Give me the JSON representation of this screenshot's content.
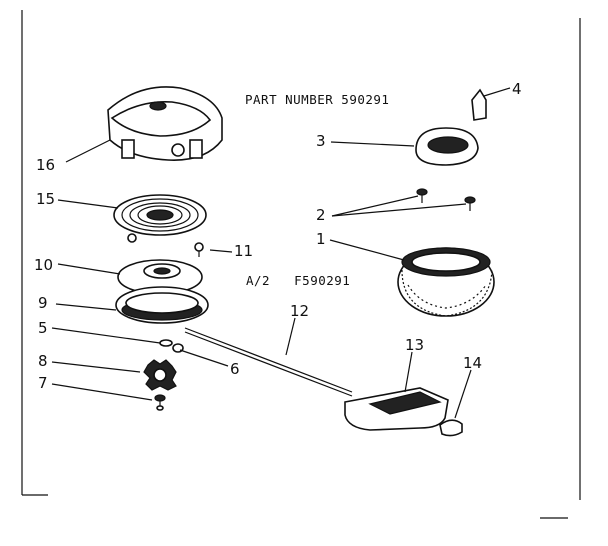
{
  "header": {
    "part_number": "PART NUMBER 590291",
    "sub_code": "A/2   F590291"
  },
  "labels": {
    "p1": "1",
    "p2": "2",
    "p3": "3",
    "p4": "4",
    "p5": "5",
    "p6": "6",
    "p7": "7",
    "p8": "8",
    "p9": "9",
    "p10": "10",
    "p11": "11",
    "p12": "12",
    "p13": "13",
    "p14": "14",
    "p15": "15",
    "p16": "16"
  }
}
